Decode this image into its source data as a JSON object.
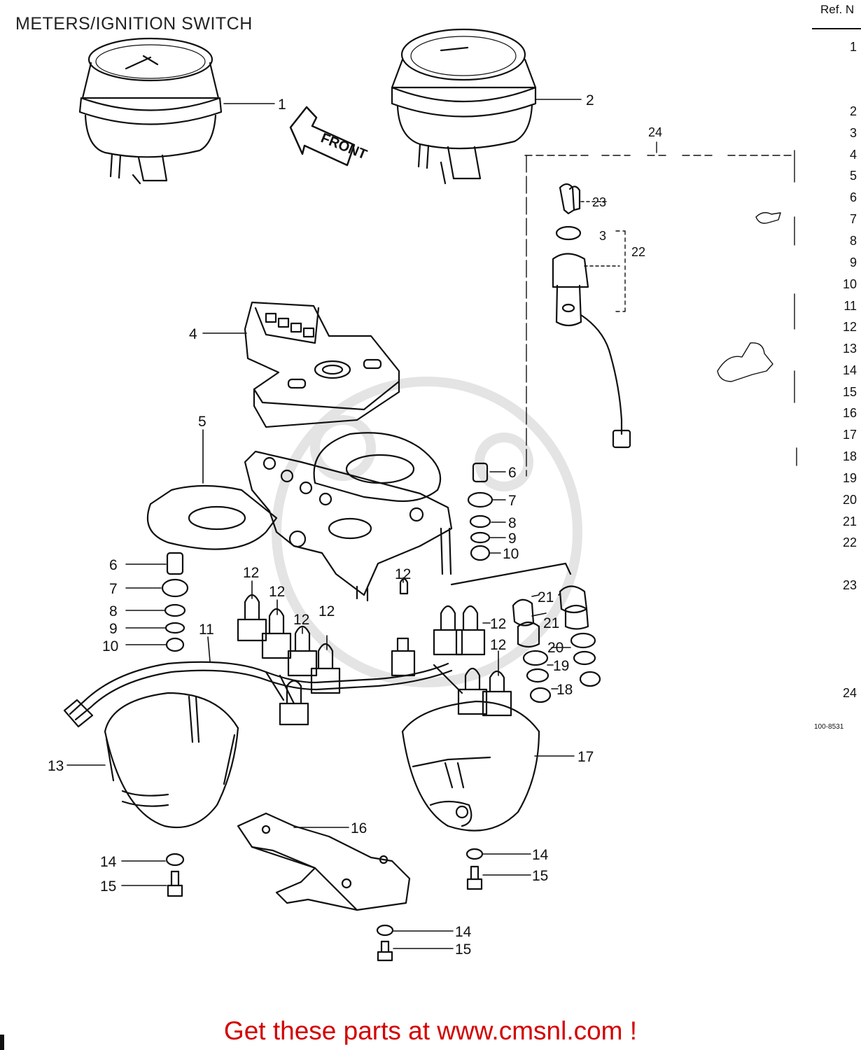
{
  "title": "METERS/IGNITION SWITCH",
  "front_label": "FRONT",
  "ref_header": "Ref. N",
  "ref_numbers": [
    "1",
    "2",
    "3",
    "4",
    "5",
    "6",
    "7",
    "8",
    "9",
    "10",
    "11",
    "12",
    "13",
    "14",
    "15",
    "16",
    "17",
    "18",
    "19",
    "20",
    "21",
    "22",
    "23",
    "24"
  ],
  "diagram_code": "100-8531",
  "callouts": [
    "1",
    "2",
    "24",
    "23",
    "3",
    "22",
    "4",
    "5",
    "6",
    "7",
    "8",
    "9",
    "10",
    "6",
    "7",
    "8",
    "9",
    "10",
    "11",
    "12",
    "12",
    "12",
    "12",
    "12",
    "12",
    "12",
    "21",
    "21",
    "20",
    "19",
    "18",
    "13",
    "17",
    "16",
    "14",
    "15",
    "14",
    "15",
    "14",
    "15"
  ],
  "footer": "Get these parts at www.cmsnl.com !",
  "colors": {
    "line": "#111111",
    "footer": "#d40000",
    "watermark": "#e2e2e2"
  }
}
